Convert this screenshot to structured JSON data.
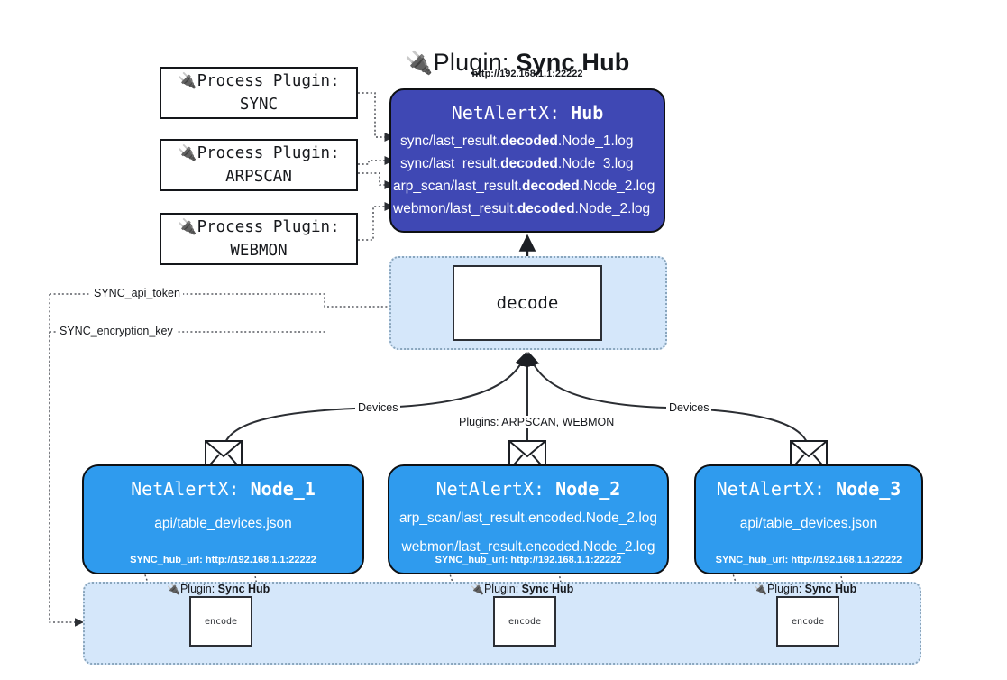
{
  "title": {
    "plug_icon": "electric-plug",
    "prefix": "Plugin: ",
    "name": "Sync Hub"
  },
  "process_plugins": [
    {
      "line1": "Process Plugin:",
      "line2": "SYNC"
    },
    {
      "line1": "Process Plugin:",
      "line2": "ARPSCAN"
    },
    {
      "line1": "Process Plugin:",
      "line2": "WEBMON"
    }
  ],
  "hub": {
    "url": "http://192.168.1.1:22222",
    "prefix": "NetAlertX: ",
    "name": "Hub",
    "logs": [
      {
        "pre": "sync/last_result.",
        "mid": "decoded",
        "post": ".Node_1.log"
      },
      {
        "pre": "sync/last_result.",
        "mid": "decoded",
        "post": ".Node_3.log"
      },
      {
        "pre": "arp_scan/last_result.",
        "mid": "decoded",
        "post": ".Node_2.log"
      },
      {
        "pre": "webmon/last_result.",
        "mid": "decoded",
        "post": ".Node_2.log"
      }
    ]
  },
  "decode": {
    "label": "decode"
  },
  "settings_edges": [
    {
      "label": "SYNC_api_token"
    },
    {
      "label": "SYNC_encryption_key"
    }
  ],
  "mid_labels": {
    "devices_left": "Devices",
    "plugins_center": "Plugins: ARPSCAN, WEBMON",
    "devices_right": "Devices"
  },
  "nodes": [
    {
      "prefix": "NetAlertX: ",
      "name": "Node_1",
      "lines": [
        "api/table_devices.json"
      ],
      "footer": "SYNC_hub_url: http://192.168.1.1:22222"
    },
    {
      "prefix": "NetAlertX: ",
      "name": "Node_2",
      "lines": [
        "arp_scan/last_result.encoded.Node_2.log",
        "webmon/last_result.encoded.Node_2.log"
      ],
      "footer": "SYNC_hub_url: http://192.168.1.1:22222"
    },
    {
      "prefix": "NetAlertX: ",
      "name": "Node_3",
      "lines": [
        "api/table_devices.json"
      ],
      "footer": "SYNC_hub_url: http://192.168.1.1:22222"
    }
  ],
  "encoders": [
    {
      "label_prefix": "Plugin: ",
      "label_name": "Sync Hub",
      "box": "encode"
    },
    {
      "label_prefix": "Plugin: ",
      "label_name": "Sync Hub",
      "box": "encode"
    },
    {
      "label_prefix": "Plugin: ",
      "label_name": "Sync Hub",
      "box": "encode"
    }
  ],
  "colors": {
    "hub": "#3f48b4",
    "node": "#2f9bee",
    "cluster": "#d5e7fa",
    "stroke": "#0e1013",
    "background": "#ffffff"
  }
}
